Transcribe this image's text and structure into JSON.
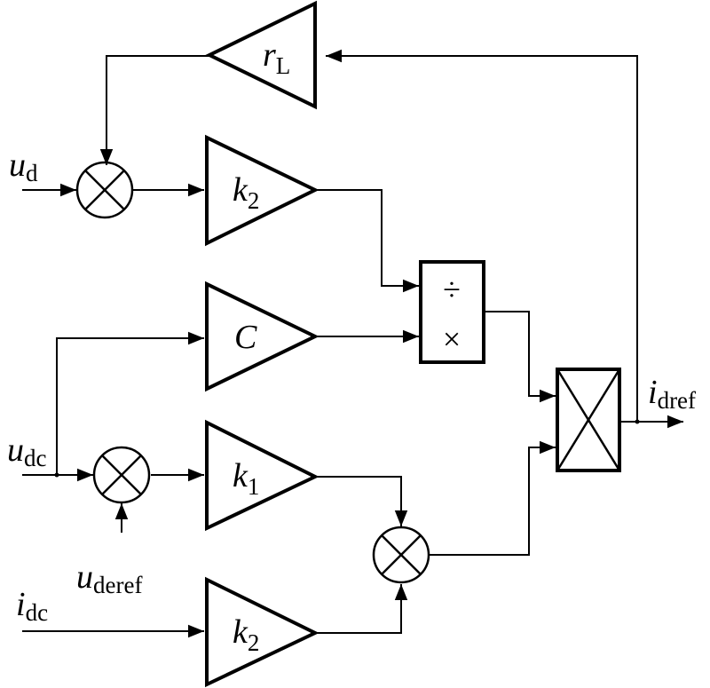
{
  "diagram": {
    "inputs": {
      "ud": {
        "var": "u",
        "sub": "d"
      },
      "udc": {
        "var": "u",
        "sub": "dc"
      },
      "uderef": {
        "var": "u",
        "sub": "deref"
      },
      "idc": {
        "var": "i",
        "sub": "dc"
      }
    },
    "output": {
      "var": "i",
      "sub": "dref"
    },
    "gains": {
      "rl": {
        "var": "r",
        "sub": "L"
      },
      "k2_top": {
        "var": "k",
        "sub": "2"
      },
      "c": {
        "var": "C",
        "sub": ""
      },
      "k1": {
        "var": "k",
        "sub": "1"
      },
      "k2_bottom": {
        "var": "k",
        "sub": "2"
      }
    },
    "divmul": {
      "divide_symbol": "÷",
      "multiply_symbol": "×"
    },
    "colors": {
      "line": "#000000",
      "background": "#ffffff"
    }
  }
}
